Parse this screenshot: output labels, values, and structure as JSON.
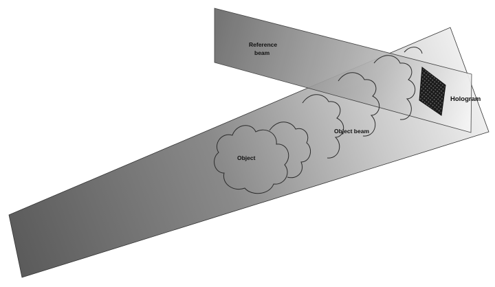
{
  "labels": {
    "reference_beam_line1": "Reference",
    "reference_beam_line2": "beam",
    "object": "Object",
    "object_beam": "Object beam",
    "hologram": "Hologram"
  },
  "colors": {
    "beam_dark": "#555555",
    "beam_light": "#f2f2f2",
    "outline": "#222222",
    "background": "#ffffff"
  }
}
